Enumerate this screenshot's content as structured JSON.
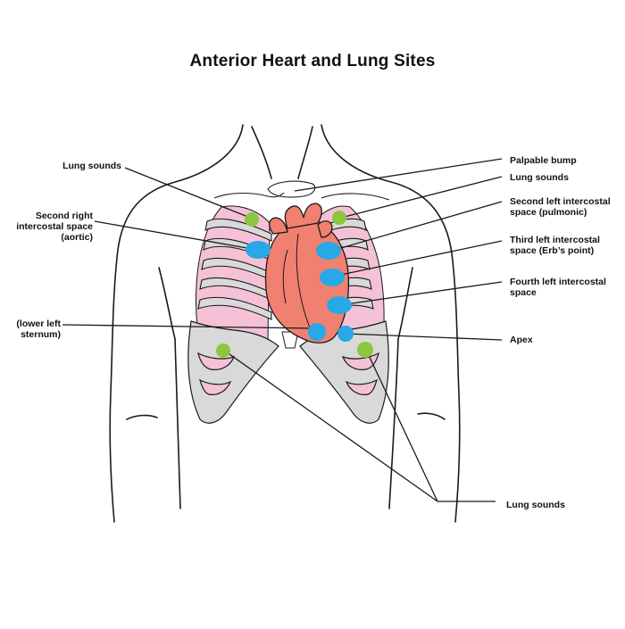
{
  "title": "Anterior Heart and Lung Sites",
  "labels": {
    "lung_sounds_left": "Lung sounds",
    "second_right": [
      "Second right",
      "intercostal space",
      "(aortic)"
    ],
    "lower_left_sternum": [
      "(lower left",
      "sternum)"
    ],
    "palpable_bump": "Palpable bump",
    "lung_sounds_right": "Lung sounds",
    "second_left": [
      "Second left intercostal",
      "space (pulmonic)"
    ],
    "third_left": [
      "Third left intercostal",
      "space (Erb’s point)"
    ],
    "fourth_left": [
      "Fourth left intercostal",
      "space"
    ],
    "apex": "Apex",
    "lung_sounds_bottom": "Lung sounds"
  },
  "colors": {
    "outline": "#1a1a1a",
    "rib_fill": "#d9d9d9",
    "lung_fill": "#f4c1d6",
    "heart_fill": "#f08070",
    "heart_site": "#29a8e8",
    "lung_site": "#8cc63f"
  }
}
